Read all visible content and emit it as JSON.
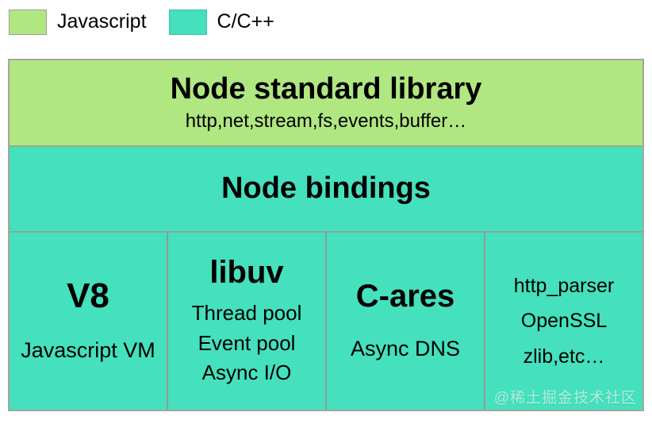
{
  "legend": {
    "items": [
      {
        "label": "Javascript",
        "color": "#b0e781"
      },
      {
        "label": "C/C++",
        "color": "#45e0bd"
      }
    ]
  },
  "stack": {
    "standard_library": {
      "title": "Node standard library",
      "subtitle": "http,net,stream,fs,events,buffer…"
    },
    "bindings": {
      "title": "Node bindings"
    },
    "components": [
      {
        "title": "V8",
        "lines": [
          "Javascript VM"
        ]
      },
      {
        "title": "libuv",
        "lines": [
          "Thread pool",
          "Event pool",
          "Async I/O"
        ]
      },
      {
        "title": "C-ares",
        "lines": [
          "Async DNS"
        ]
      },
      {
        "title": "",
        "lines": [
          "http_parser",
          "OpenSSL",
          "zlib,etc…"
        ]
      }
    ]
  },
  "watermark": "@稀土掘金技术社区",
  "colors": {
    "javascript": "#b0e781",
    "cpp": "#45e0bd",
    "border": "#a3a89d"
  }
}
